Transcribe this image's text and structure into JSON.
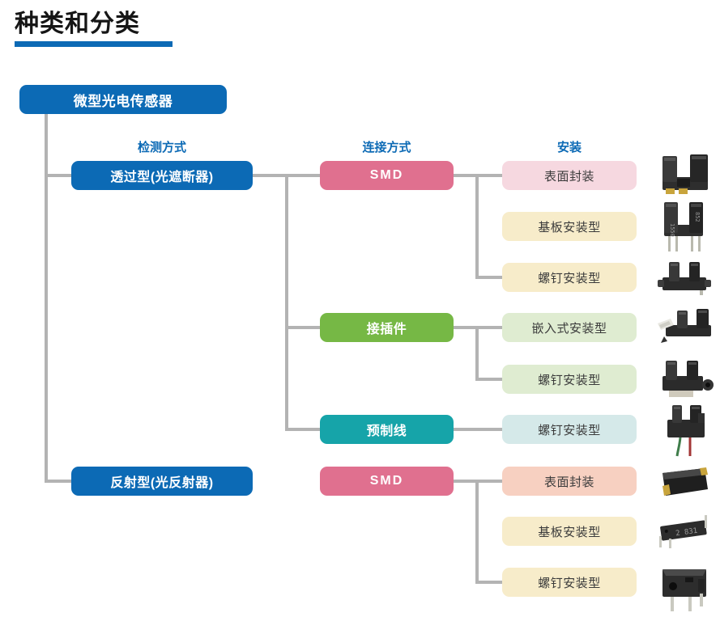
{
  "title": {
    "text": "种类和分类"
  },
  "palette": {
    "accent_blue": "#0c6ab5",
    "header_text_blue": "#0c6ab5",
    "pink": "#e0708f",
    "green": "#76b845",
    "teal": "#16a4a9",
    "light_pink": "#f6d8e0",
    "cream": "#f7ecca",
    "light_green": "#dfecd1",
    "light_teal": "#d5e9e9",
    "salmon": "#f7d0c1",
    "connector_gray": "#b3b3b3"
  },
  "tree": {
    "root": {
      "label": "微型光电传感器"
    },
    "column_headers": [
      {
        "label": "检测方式"
      },
      {
        "label": "连接方式"
      },
      {
        "label": "安装"
      }
    ],
    "detection_methods": [
      {
        "label": "透过型(光遮断器)"
      },
      {
        "label": "反射型(光反射器)"
      }
    ],
    "connection_methods": [
      {
        "label": "SMD"
      },
      {
        "label": "接插件"
      },
      {
        "label": "预制线"
      },
      {
        "label": "SMD"
      }
    ],
    "mounting_types": [
      {
        "label": "表面封装",
        "photo": "slot-sensor-smd-photo"
      },
      {
        "label": "基板安装型",
        "photo": "slot-sensor-pcb-pins-photo"
      },
      {
        "label": "螺钉安装型",
        "photo": "slot-sensor-screw-tab-photo"
      },
      {
        "label": "嵌入式安装型",
        "photo": "slot-sensor-connector-photo"
      },
      {
        "label": "螺钉安装型",
        "photo": "slot-sensor-screw-ear-photo"
      },
      {
        "label": "螺钉安装型",
        "photo": "slot-sensor-prewired-photo"
      },
      {
        "label": "表面封装",
        "photo": "reflective-sensor-smd-photo"
      },
      {
        "label": "基板安装型",
        "photo": "reflective-sensor-pcb-pins-photo"
      },
      {
        "label": "螺钉安装型",
        "photo": "reflective-sensor-screw-photo"
      }
    ]
  }
}
